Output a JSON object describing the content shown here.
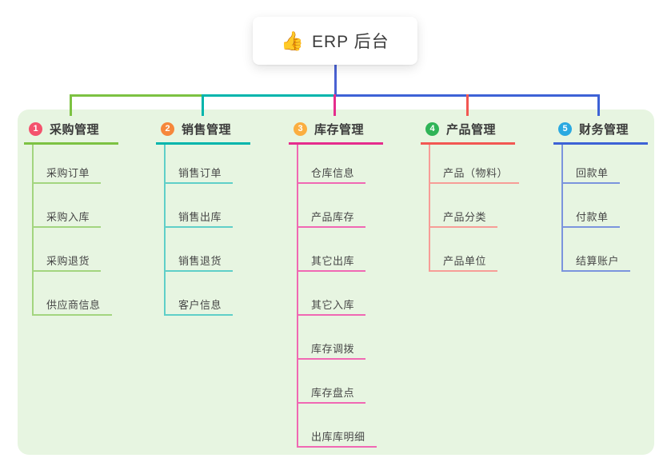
{
  "root": {
    "icon": "👍",
    "title": "ERP 后台"
  },
  "connectors": {
    "root_drop": "#4a62d3"
  },
  "panel_bg": "#e7f5e1",
  "branches": [
    {
      "badge": "1",
      "label": "采购管理",
      "badge_color": "#f4526d",
      "line_color": "#7cc242",
      "sub_line_color": "#a3d57f",
      "children": [
        "采购订单",
        "采购入库",
        "采购退货",
        "供应商信息"
      ]
    },
    {
      "badge": "2",
      "label": "销售管理",
      "badge_color": "#f6873b",
      "line_color": "#00b5ac",
      "sub_line_color": "#5fcfc8",
      "children": [
        "销售订单",
        "销售出库",
        "销售退货",
        "客户信息"
      ]
    },
    {
      "badge": "3",
      "label": "库存管理",
      "badge_color": "#fbae40",
      "line_color": "#e52d8d",
      "sub_line_color": "#f068b3",
      "children": [
        "仓库信息",
        "产品库存",
        "其它出库",
        "其它入库",
        "库存调拨",
        "库存盘点",
        "出库库明细"
      ]
    },
    {
      "badge": "4",
      "label": "产品管理",
      "badge_color": "#2fb457",
      "line_color": "#f25752",
      "sub_line_color": "#f79d97",
      "children": [
        "产品（物料）",
        "产品分类",
        "产品单位"
      ]
    },
    {
      "badge": "5",
      "label": "财务管理",
      "badge_color": "#2aa9e1",
      "line_color": "#3d62d6",
      "sub_line_color": "#7b94dd",
      "children": [
        "回款单",
        "付款单",
        "结算账户"
      ]
    }
  ]
}
